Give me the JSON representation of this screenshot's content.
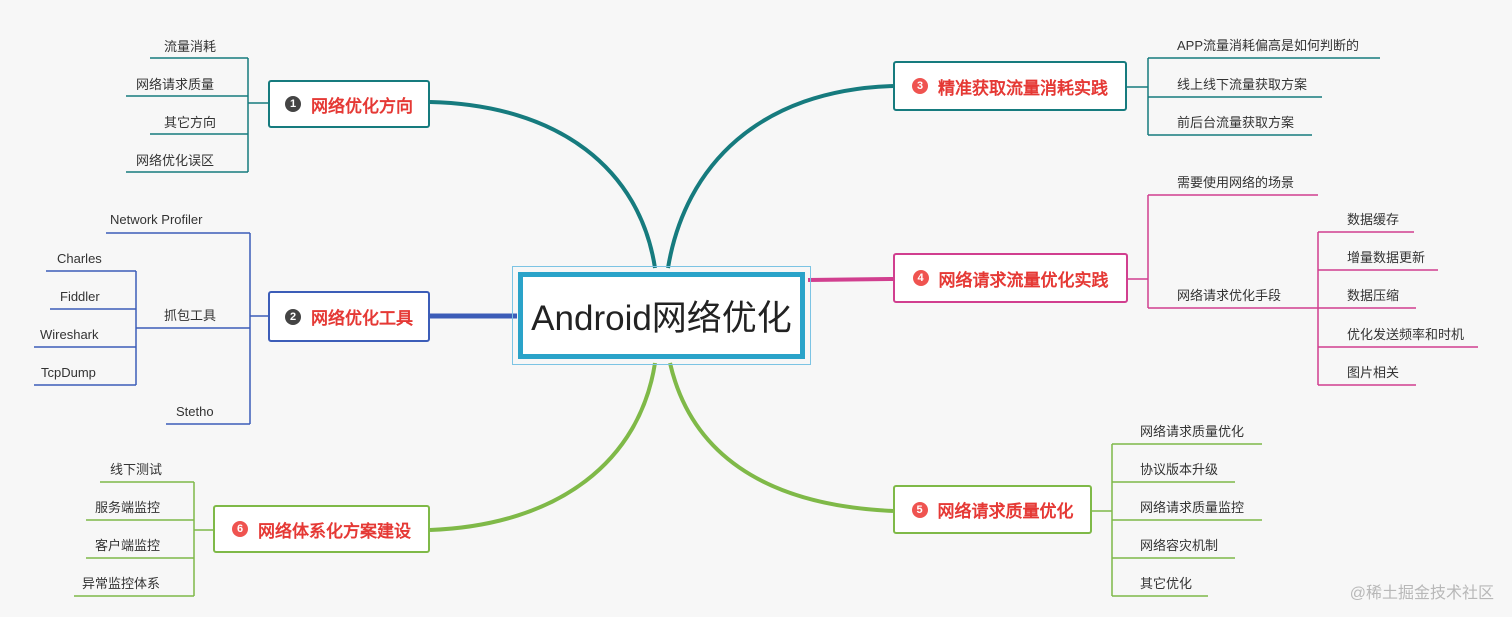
{
  "central_topic": "Android网络优化",
  "watermark": "@稀土掘金技术社区",
  "colors": {
    "teal": "#167b7e",
    "blue": "#3c5db8",
    "pink": "#d13f8f",
    "green": "#7fb948",
    "center_border": "#2aa3c9",
    "topic_text": "#e53935"
  },
  "branches": [
    {
      "number": "1",
      "title": "网络优化方向",
      "children": [
        "流量消耗",
        "网络请求质量",
        "其它方向",
        "网络优化误区"
      ]
    },
    {
      "number": "2",
      "title": "网络优化工具",
      "children": [
        "Network Profiler",
        "抓包工具",
        "Stetho"
      ],
      "grandchildren": [
        "Charles",
        "Fiddler",
        "Wireshark",
        "TcpDump"
      ]
    },
    {
      "number": "3",
      "title": "精准获取流量消耗实践",
      "children": [
        "APP流量消耗偏高是如何判断的",
        "线上线下流量获取方案",
        "前后台流量获取方案"
      ]
    },
    {
      "number": "4",
      "title": "网络请求流量优化实践",
      "children": [
        "需要使用网络的场景",
        "网络请求优化手段"
      ],
      "grandchildren": [
        "数据缓存",
        "增量数据更新",
        "数据压缩",
        "优化发送频率和时机",
        "图片相关"
      ]
    },
    {
      "number": "5",
      "title": "网络请求质量优化",
      "children": [
        "网络请求质量优化",
        "协议版本升级",
        "网络请求质量监控",
        "网络容灾机制",
        "其它优化"
      ]
    },
    {
      "number": "6",
      "title": "网络体系化方案建设",
      "children": [
        "线下测试",
        "服务端监控",
        "客户端监控",
        "异常监控体系"
      ]
    }
  ]
}
